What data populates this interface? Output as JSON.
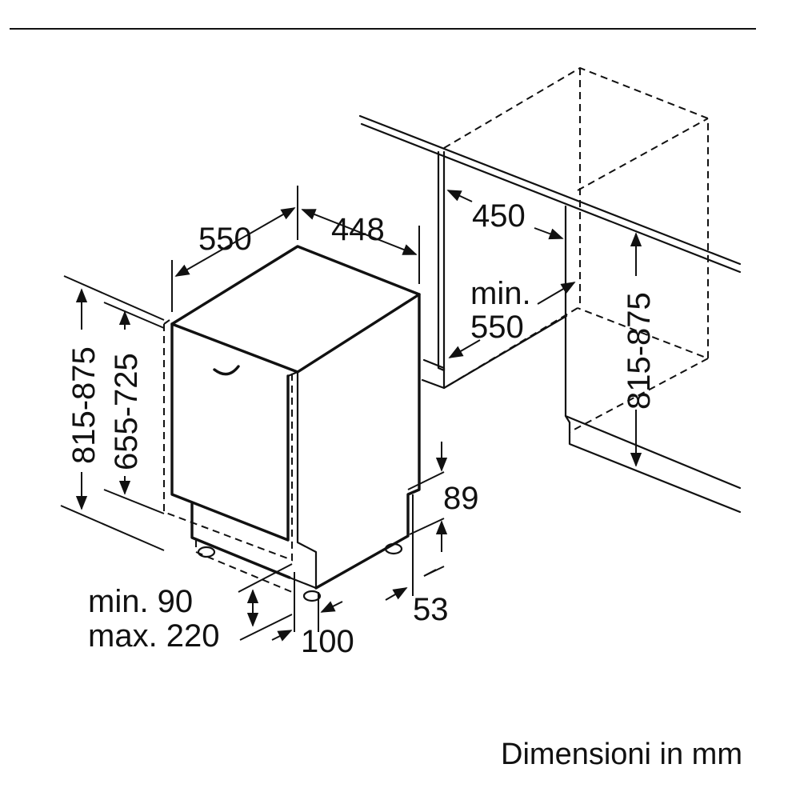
{
  "diagram": {
    "dimensions": {
      "width_550": "550",
      "depth_448": "448",
      "niche_depth_450": "450",
      "niche_height_815_875": "815-875",
      "min_label": "min.",
      "min_550": "550",
      "height_815_875": "815-875",
      "height_655_725": "655-725",
      "plinth_89": "89",
      "plinth_53": "53",
      "plinth_min_90": "min. 90",
      "plinth_max_220": "max. 220",
      "foot_100": "100"
    },
    "caption": "Dimensioni in mm",
    "colors": {
      "line": "#111111",
      "background": "#ffffff"
    }
  }
}
